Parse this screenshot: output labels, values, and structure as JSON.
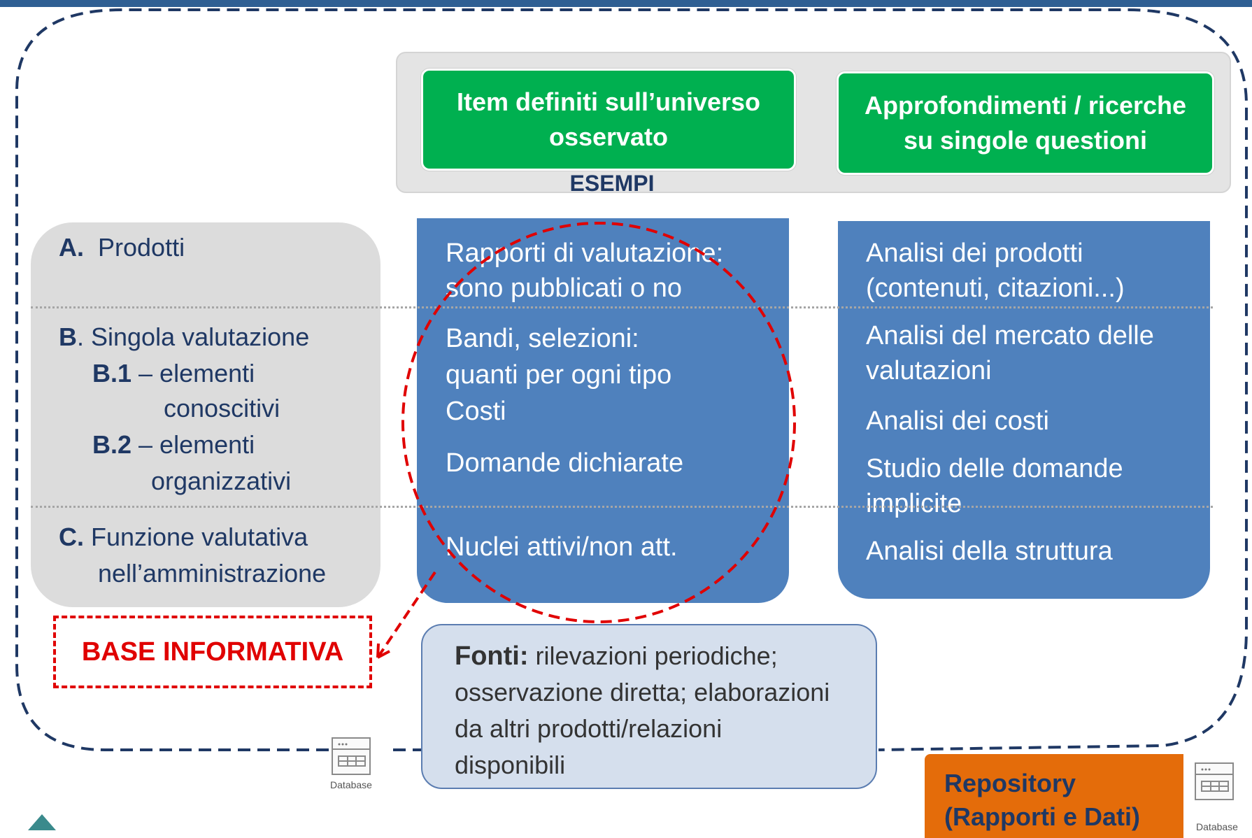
{
  "header": {
    "box1": "Item definiti sull’universo osservato",
    "box2": "Approfondimenti / ricerche su singole questioni",
    "esempi": "ESEMPI"
  },
  "categories": {
    "a_letter": "A.",
    "a_text": "Prodotti",
    "b_letter": "B",
    "b_text": ". Singola valutazione",
    "b1_letter": "B.1",
    "b1_text": " – elementi",
    "b1_text2": "conoscitivi",
    "b2_letter": "B.2",
    "b2_text": " – elementi",
    "b2_text2": "organizzativi",
    "c_letter": "C.",
    "c_text": " Funzione valutativa",
    "c_text2": "nell’amministrazione"
  },
  "column_items": {
    "line1": "Rapporti di valutazione:",
    "line2": "sono pubblicati o no",
    "line3": "Bandi, selezioni:",
    "line4": "quanti per ogni tipo",
    "line5": "Costi",
    "line6": "Domande dichiarate",
    "line7": "Nuclei attivi/non att."
  },
  "column_research": {
    "line1": "Analisi dei prodotti",
    "line2": "(contenuti, citazioni...)",
    "line3": "Analisi del mercato delle",
    "line4": "valutazioni",
    "line5": "Analisi dei costi",
    "line6": "Studio delle domande",
    "line7": "implicite",
    "line8": "Analisi della struttura"
  },
  "base_informativa": "BASE INFORMATIVA",
  "fonti": {
    "label": "Fonti:",
    "line1": " rilevazioni periodiche;",
    "line2": "osservazione diretta; elaborazioni",
    "line3": "da altri prodotti/relazioni",
    "line4": "disponibili"
  },
  "database_label": "Database",
  "repository": {
    "line1": "Repository",
    "line2": "(Rapporti e Dati)"
  },
  "colors": {
    "green": "#00b050",
    "blue": "#4f81bd",
    "red": "#e00000",
    "orange": "#e46c0a",
    "navy": "#1f3864"
  }
}
